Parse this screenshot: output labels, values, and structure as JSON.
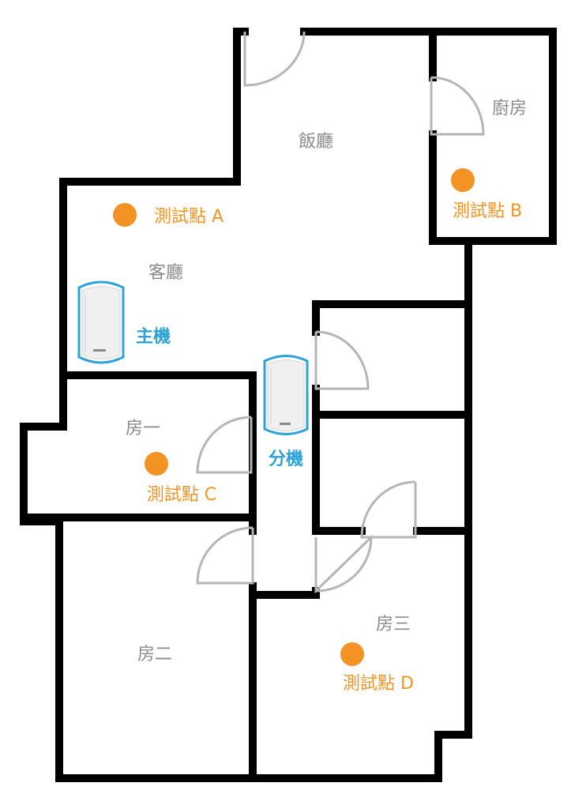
{
  "colors": {
    "wall": "#000000",
    "door": "#b5b5b5",
    "room_label": "#8a8a8a",
    "test_point": "#f39323",
    "device": "#2ba3d6"
  },
  "rooms": {
    "dining": "飯廳",
    "kitchen": "廚房",
    "living": "客廳",
    "room1": "房一",
    "room2": "房二",
    "room3": "房三"
  },
  "test_points": {
    "a": "測試點 A",
    "b": "測試點 B",
    "c": "測試點 C",
    "d": "測試點 D"
  },
  "devices": {
    "main": "主機",
    "node": "分機"
  }
}
